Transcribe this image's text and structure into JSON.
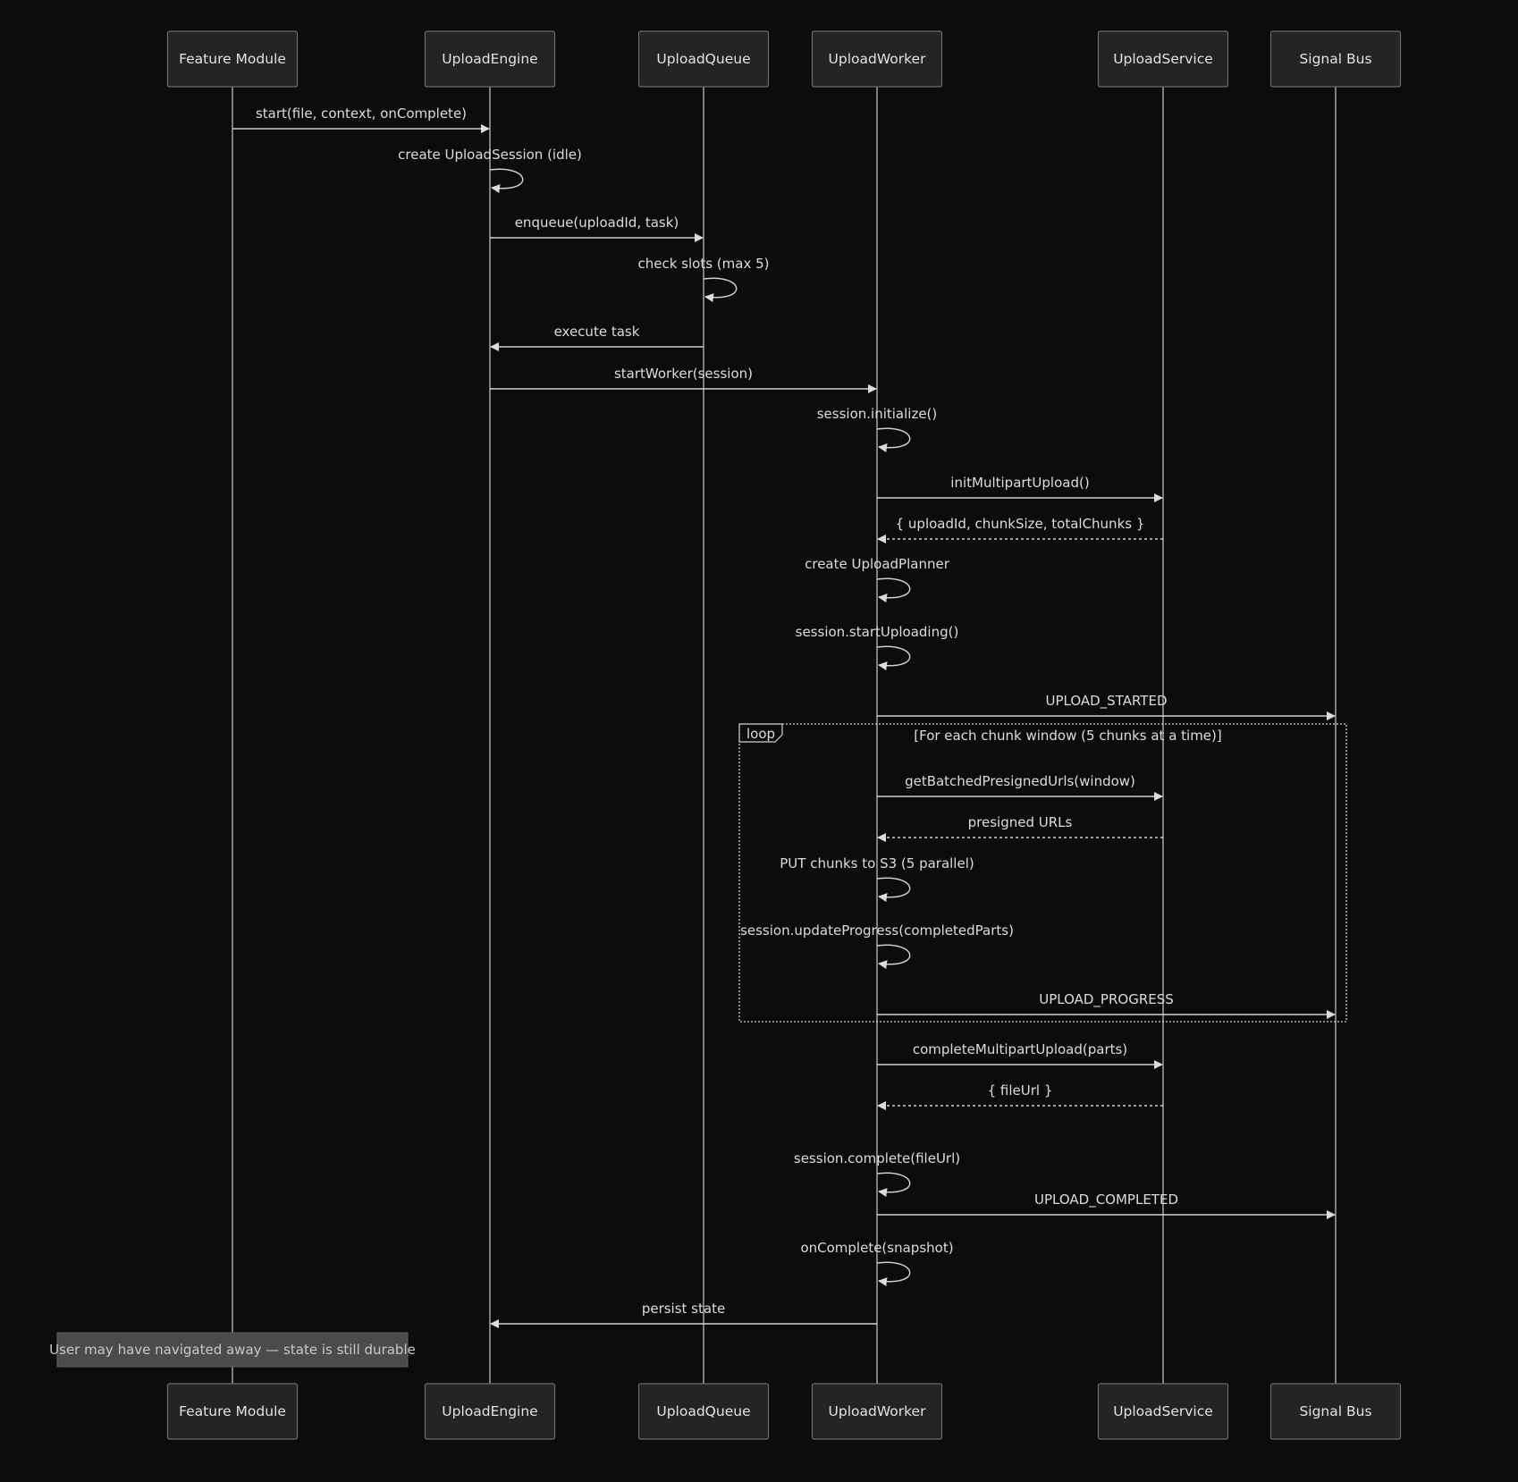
{
  "participants": [
    {
      "id": "feature",
      "label": "Feature Module"
    },
    {
      "id": "engine",
      "label": "UploadEngine"
    },
    {
      "id": "queue",
      "label": "UploadQueue"
    },
    {
      "id": "worker",
      "label": "UploadWorker"
    },
    {
      "id": "service",
      "label": "UploadService"
    },
    {
      "id": "bus",
      "label": "Signal Bus"
    }
  ],
  "messages": [
    {
      "from": "feature",
      "to": "engine",
      "label": "start(file, context, onComplete)",
      "style": "solid"
    },
    {
      "from": "engine",
      "to": "engine",
      "label": "create UploadSession (idle)",
      "style": "self"
    },
    {
      "from": "engine",
      "to": "queue",
      "label": "enqueue(uploadId, task)",
      "style": "solid"
    },
    {
      "from": "queue",
      "to": "queue",
      "label": "check slots (max 5)",
      "style": "self"
    },
    {
      "from": "queue",
      "to": "engine",
      "label": "execute task",
      "style": "solid"
    },
    {
      "from": "engine",
      "to": "worker",
      "label": "startWorker(session)",
      "style": "solid"
    },
    {
      "from": "worker",
      "to": "worker",
      "label": "session.initialize()",
      "style": "self"
    },
    {
      "from": "worker",
      "to": "service",
      "label": "initMultipartUpload()",
      "style": "solid"
    },
    {
      "from": "service",
      "to": "worker",
      "label": "{ uploadId, chunkSize, totalChunks }",
      "style": "dashed"
    },
    {
      "from": "worker",
      "to": "worker",
      "label": "create UploadPlanner",
      "style": "self"
    },
    {
      "from": "worker",
      "to": "worker",
      "label": "session.startUploading()",
      "style": "self"
    },
    {
      "from": "worker",
      "to": "bus",
      "label": "UPLOAD_STARTED",
      "style": "solid"
    },
    {
      "from": "worker",
      "to": "service",
      "label": "getBatchedPresignedUrls(window)",
      "style": "solid"
    },
    {
      "from": "service",
      "to": "worker",
      "label": "presigned URLs",
      "style": "dashed"
    },
    {
      "from": "worker",
      "to": "worker",
      "label": "PUT chunks to S3 (5 parallel)",
      "style": "self"
    },
    {
      "from": "worker",
      "to": "worker",
      "label": "session.updateProgress(completedParts)",
      "style": "self"
    },
    {
      "from": "worker",
      "to": "bus",
      "label": "UPLOAD_PROGRESS",
      "style": "solid"
    },
    {
      "from": "worker",
      "to": "service",
      "label": "completeMultipartUpload(parts)",
      "style": "solid"
    },
    {
      "from": "service",
      "to": "worker",
      "label": "{ fileUrl }",
      "style": "dashed"
    },
    {
      "from": "worker",
      "to": "worker",
      "label": "session.complete(fileUrl)",
      "style": "self"
    },
    {
      "from": "worker",
      "to": "bus",
      "label": "UPLOAD_COMPLETED",
      "style": "solid"
    },
    {
      "from": "worker",
      "to": "worker",
      "label": "onComplete(snapshot)",
      "style": "self"
    },
    {
      "from": "worker",
      "to": "engine",
      "label": "persist state",
      "style": "solid"
    }
  ],
  "loop": {
    "tag": "loop",
    "condition": "[For each chunk window (5 chunks at a time)]",
    "first_message": 12,
    "last_message": 16
  },
  "note": {
    "over": "feature",
    "text": "User may have navigated away — state is still durable"
  },
  "colors": {
    "background": "#0b0d0d",
    "actor_fill": "#232525",
    "line": "#cfcfcf",
    "note_fill": "#4a4c4c"
  }
}
